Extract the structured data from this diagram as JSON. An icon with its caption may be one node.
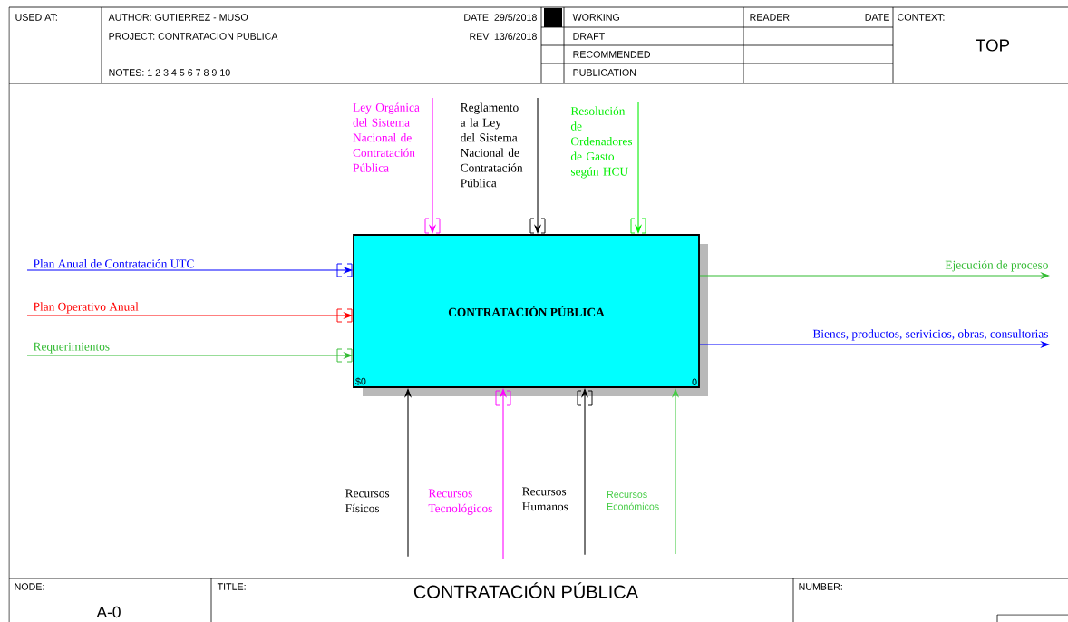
{
  "diagram": {
    "title": "CONTRATACIÓN PÚBLICA",
    "nodes": [
      {
        "text": [
          "CONTRATACIÓN PÚBLICA",
          "$0",
          "0"
        ]
      },
      {
        "text": [
          "Plan Anual de Contratación UTC"
        ]
      },
      {
        "text": [
          "Plan Operativo Anual"
        ]
      },
      {
        "text": [
          "Requerimientos"
        ]
      },
      {
        "text": [
          "Ley Orgánica del Sistema Nacional de Contratación Pública"
        ]
      },
      {
        "text": [
          "Reglamento a la Ley del Sistema Nacional de Contratación Pública"
        ]
      },
      {
        "text": [
          "Resolución de Ordenadores de Gasto según HCU"
        ]
      },
      {
        "text": [
          "Ejecución de proceso"
        ]
      },
      {
        "text": [
          "Bienes, productos, serivicios, obras, consultorias"
        ]
      },
      {
        "text": [
          "Recursos Físicos"
        ]
      },
      {
        "text": [
          "Recursos Tecnológicos"
        ]
      },
      {
        "text": [
          "Recursos Humanos"
        ]
      },
      {
        "text": [
          "Recursos Económicos"
        ]
      }
    ],
    "edges": [
      {
        "from": 1,
        "to": 0,
        "arrow": "to",
        "color": "#0000ff"
      },
      {
        "from": 2,
        "to": 0,
        "arrow": "to",
        "color": "#ff0000"
      },
      {
        "from": 3,
        "to": 0,
        "arrow": "to",
        "color": "#33bb33"
      },
      {
        "from": 4,
        "to": 0,
        "arrow": "to",
        "color": "#ff00ff"
      },
      {
        "from": 5,
        "to": 0,
        "arrow": "to"
      },
      {
        "from": 6,
        "to": 0,
        "arrow": "to",
        "color": "#00ee00"
      },
      {
        "from": 0,
        "to": 7,
        "arrow": "to",
        "color": "#33bb33"
      },
      {
        "from": 0,
        "to": 8,
        "arrow": "to",
        "color": "#0000ff"
      },
      {
        "from": 9,
        "to": 0,
        "arrow": "to"
      },
      {
        "from": 10,
        "to": 0,
        "arrow": "to",
        "color": "#ff00ff"
      },
      {
        "from": 11,
        "to": 0,
        "arrow": "to"
      },
      {
        "from": 12,
        "to": 0,
        "arrow": "to",
        "color": "#44cc44"
      }
    ],
    "labels": [
      "USED AT:",
      "AUTHOR: GUTIERREZ - MUSO",
      "DATE: 29/5/2018",
      "WORKING",
      "READER",
      "DATE",
      "CONTEXT:",
      "PROJECT: CONTRATACION PUBLICA",
      "REV: 13/6/2018",
      "DRAFT",
      "TOP",
      "RECOMMENDED",
      "NOTES: 1 2 3 4 5 6 7 8 9 10",
      "PUBLICATION",
      "NODE:",
      "A-0",
      "TITLE:",
      "NUMBER:"
    ]
  }
}
